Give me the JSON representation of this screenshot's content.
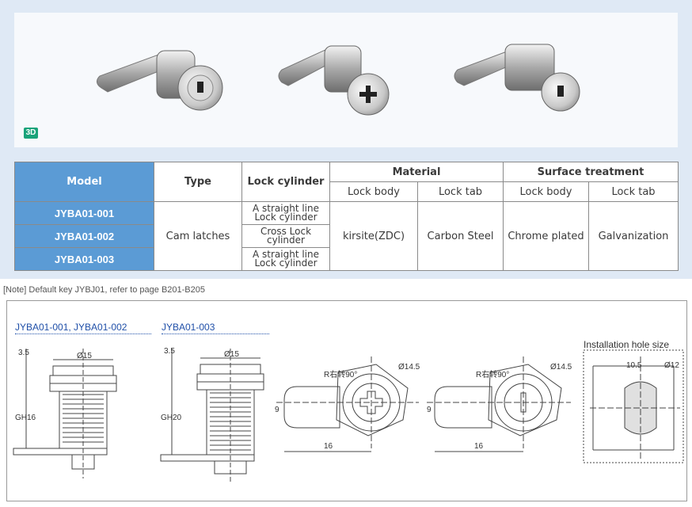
{
  "badge_3d": "3D",
  "table": {
    "h_model": "Model",
    "h_type": "Type",
    "h_cylinder": "Lock cylinder",
    "h_material": "Material",
    "h_surface": "Surface treatment",
    "h_body1": "Lock body",
    "h_tab1": "Lock tab",
    "h_body2": "Lock body",
    "h_tab2": "Lock tab",
    "rows": [
      {
        "model": "JYBA01-001",
        "cylinder": "A straight line Lock cylinder"
      },
      {
        "model": "JYBA01-002",
        "cylinder": "Cross Lock cylinder"
      },
      {
        "model": "JYBA01-003",
        "cylinder": "A straight line Lock cylinder"
      }
    ],
    "type": "Cam latches",
    "material_body": "kirsite(ZDC)",
    "material_tab": "Carbon Steel",
    "surface_body": "Chrome plated",
    "surface_tab": "Galvanization"
  },
  "note": "[Note] Default key JYBJ01, refer to page B201-B205",
  "drawing": {
    "label_a": "JYBA01-001, JYBA01-002",
    "label_b": "JYBA01-003",
    "install_label": "Installation hole size",
    "dims": {
      "d15a": "Ø15",
      "d15b": "Ø15",
      "h35a": "3.5",
      "h35b": "3.5",
      "gh16": "GH16",
      "gh20": "GH20",
      "r90a": "R右转90°",
      "r90b": "R右转90°",
      "d145a": "Ø14.5",
      "d145b": "Ø14.5",
      "w9a": "9",
      "w9b": "9",
      "l16a": "16",
      "l16b": "16",
      "hole_w": "10.5",
      "hole_d": "Ø12"
    }
  }
}
